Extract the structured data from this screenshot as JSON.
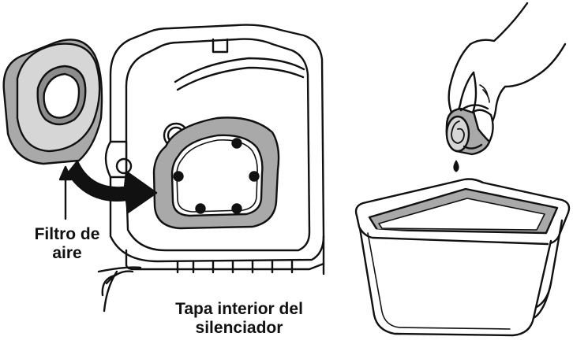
{
  "labels": {
    "filter_line1": "Filtro de",
    "filter_line2": "aire",
    "muffler_line1": "Tapa interior del",
    "muffler_line2": "silenciador"
  },
  "colors": {
    "ink": "#111111",
    "gray_light": "#d6d6d6",
    "gray_mid": "#a9a9a9",
    "gray_dark": "#8c8c8c",
    "paper": "#ffffff"
  },
  "icons": [
    "air-filter-ring-icon",
    "curved-arrow-icon",
    "muffler-cover-icon",
    "hand-squeezing-filter-icon",
    "oil-drop-icon",
    "basin-icon"
  ]
}
